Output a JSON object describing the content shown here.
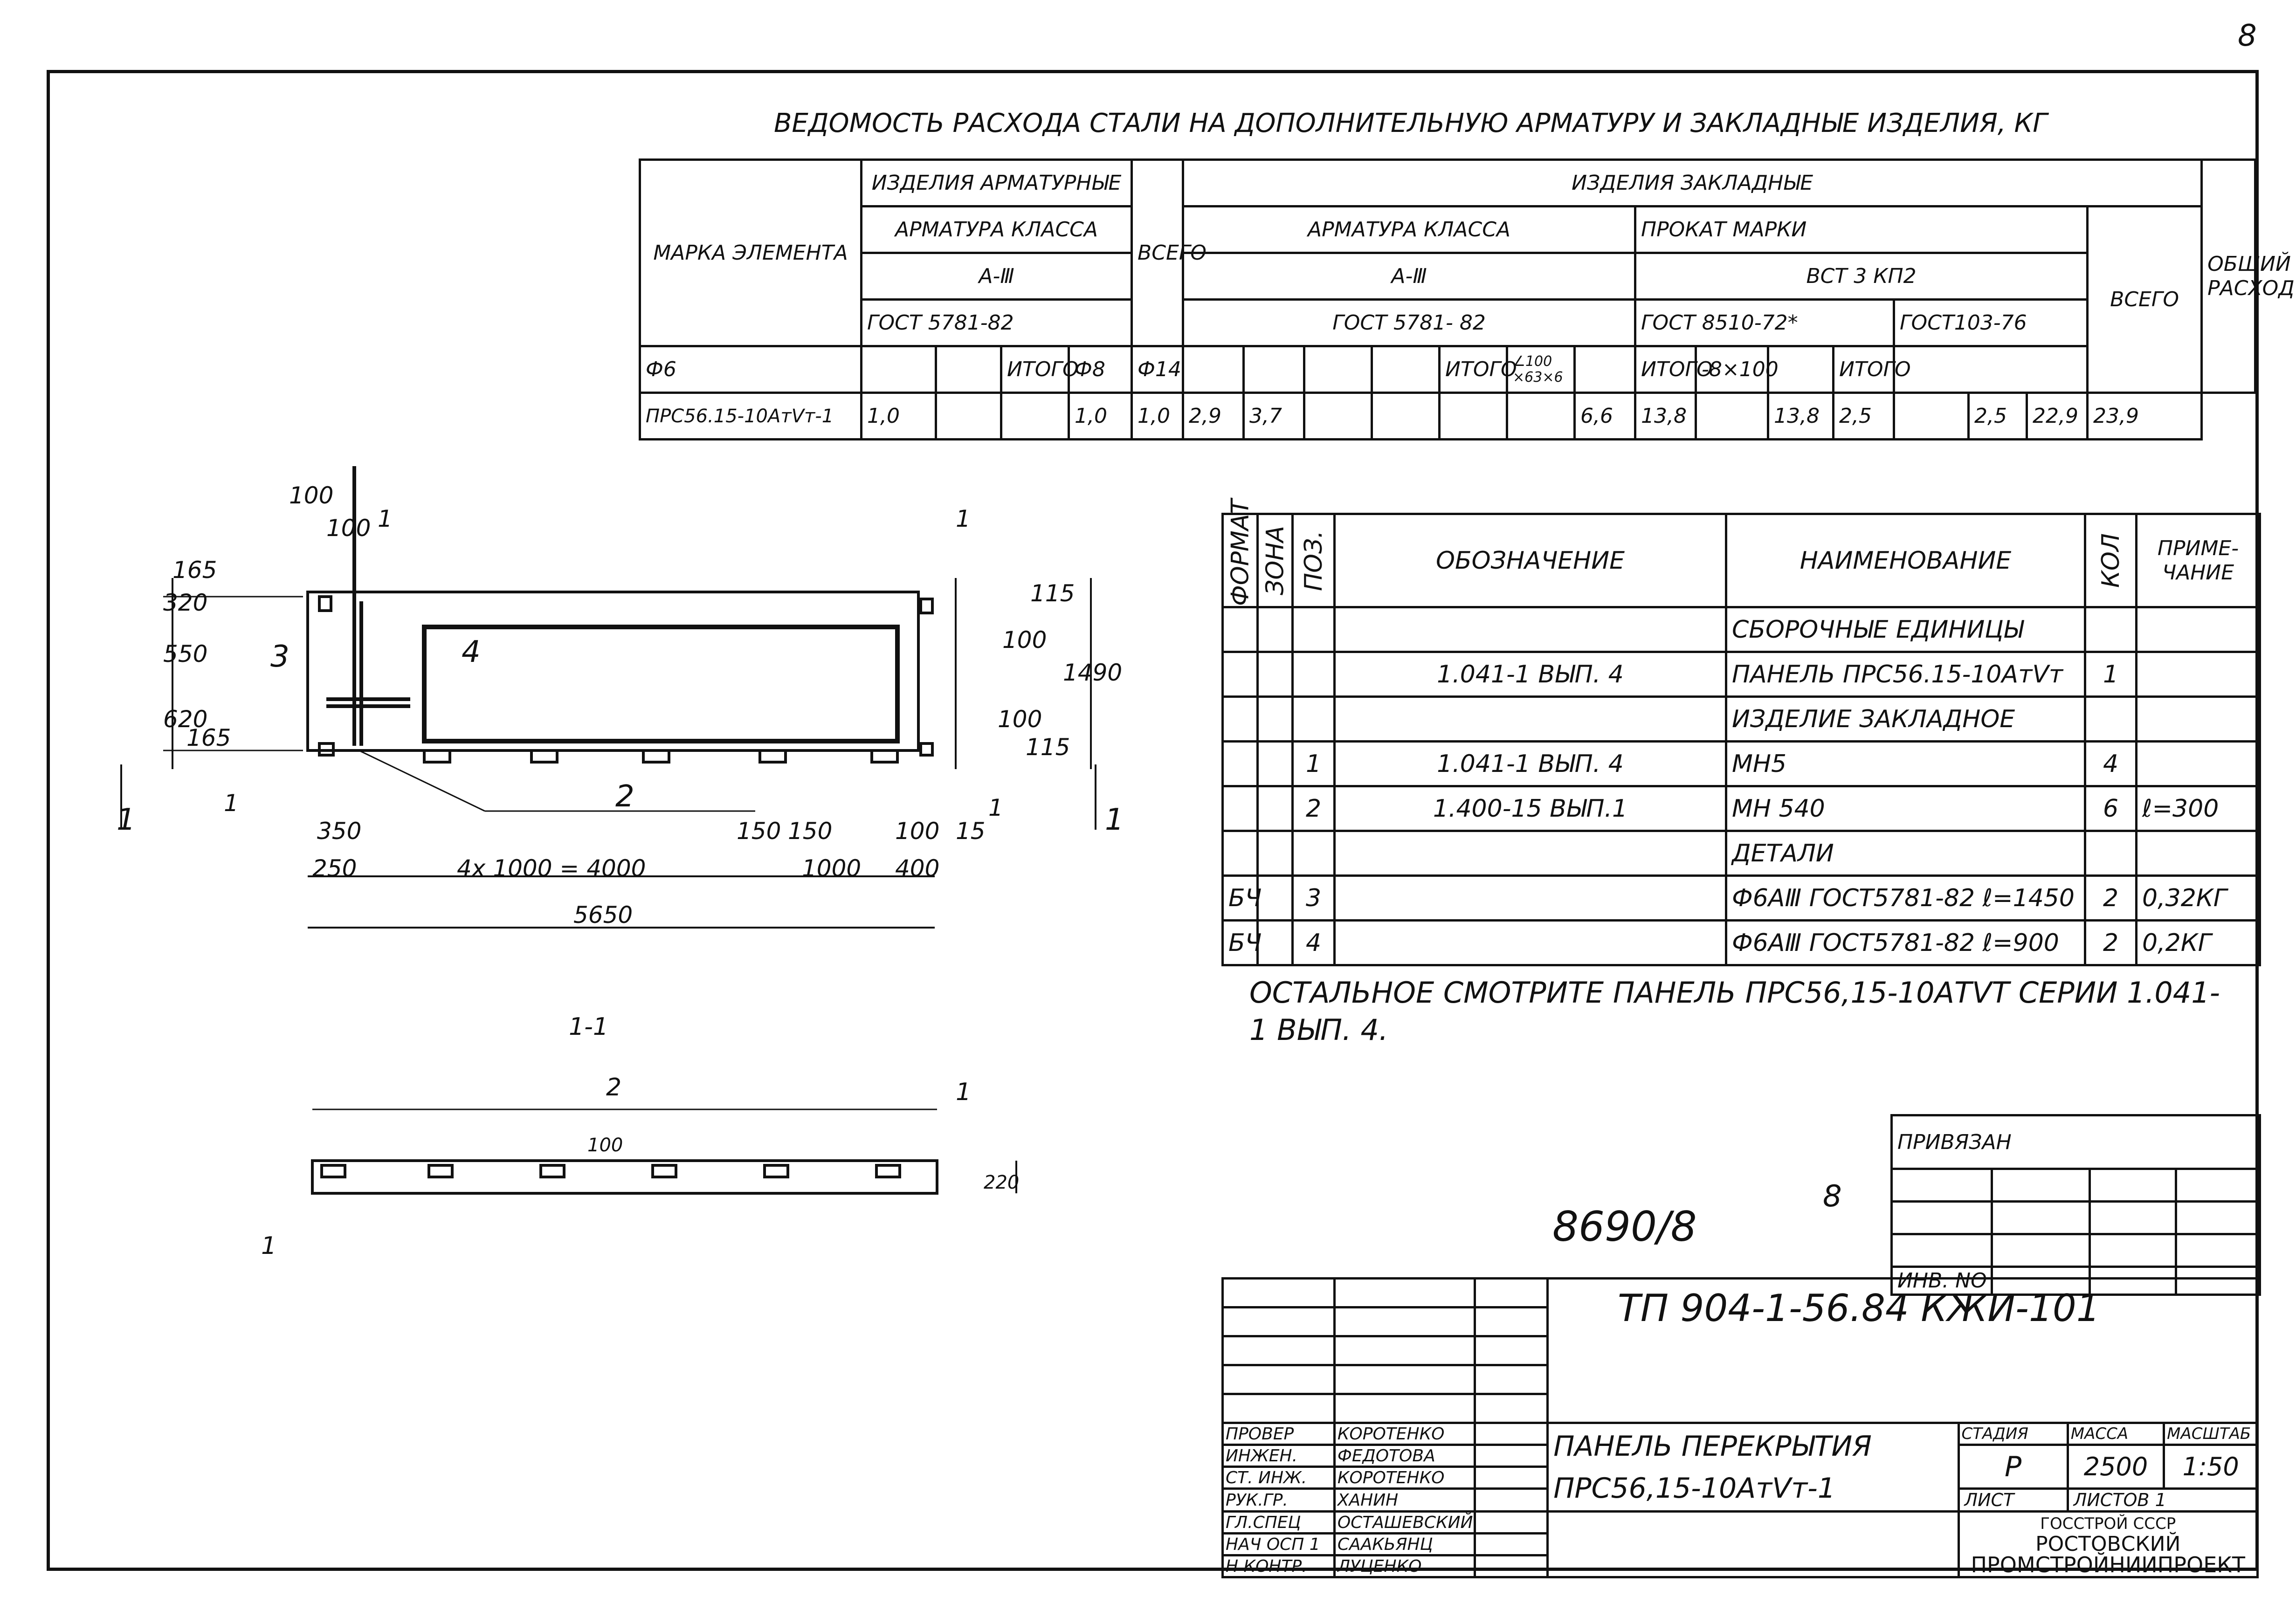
{
  "page": {
    "sheet_number": "8"
  },
  "steel_table": {
    "title": "ВЕДОМОСТЬ РАСХОДА СТАЛИ НА ДОПОЛНИТЕЛЬНУЮ АРМАТУРУ И ЗАКЛАДНЫЕ ИЗДЕЛИЯ, КГ",
    "h_element": "МАРКА ЭЛЕМЕНТА",
    "h_arm_items": "ИЗДЕЛИЯ АРМАТУРНЫЕ",
    "h_emb_items": "ИЗДЕЛИЯ ЗАКЛАДНЫЕ",
    "h_arm_class": "АРМАТУРА КЛАССА",
    "h_arm_class2": "АРМАТУРА КЛАССА",
    "h_rolled": "ПРОКАТ МАРКИ",
    "h_total1": "ВСЕГО",
    "h_total2": "ВСЕГО",
    "h_overall": "ОБЩИЙ РАСХОД",
    "cls1": "А-Ⅲ",
    "cls2": "А-Ⅲ",
    "steel_grade": "ВСТ 3 КП2",
    "gost1": "ГОСТ 5781-82",
    "gost2": "ГОСТ 5781- 82",
    "gost3": "ГОСТ 8510-72*",
    "gost4": "ГОСТ103-76",
    "d6": "Ф6",
    "itogo1": "ИТОГО",
    "d8": "Ф8",
    "d14": "Ф14",
    "itogo2": "ИТОГО",
    "angle": "∠100 ×63×6",
    "itogo3": "ИТОГО",
    "strip": "-8×100",
    "itogo4": "ИТОГО",
    "row": {
      "mark": "ПРС56.15-10АтVт-1",
      "v_d6": "1,0",
      "v_itogo1": "1,0",
      "v_total1": "1,0",
      "v_d8": "2,9",
      "v_d14": "3,7",
      "v_itogo2": "6,6",
      "v_angle": "13,8",
      "v_itogo3": "13,8",
      "v_strip": "2,5",
      "v_itogo4": "2,5",
      "v_total2": "22,9",
      "v_overall": "23,9"
    }
  },
  "spec_table": {
    "h_format": "ФОРМАТ",
    "h_zone": "ЗОНА",
    "h_pos": "ПОЗ.",
    "h_designation": "ОБОЗНАЧЕНИЕ",
    "h_name": "НАИМЕНОВАНИЕ",
    "h_qty": "КОЛ",
    "h_note": "ПРИМЕ- ЧАНИЕ",
    "rows": [
      {
        "fmt": "",
        "pos": "",
        "des": "",
        "name": "СБОРОЧНЫЕ ЕДИНИЦЫ",
        "qty": "",
        "note": ""
      },
      {
        "fmt": "",
        "pos": "",
        "des": "1.041-1 ВЫП. 4",
        "name": "ПАНЕЛЬ ПРС56.15-10АтVт",
        "qty": "1",
        "note": ""
      },
      {
        "fmt": "",
        "pos": "",
        "des": "",
        "name": "ИЗДЕЛИЕ ЗАКЛАДНОЕ",
        "qty": "",
        "note": ""
      },
      {
        "fmt": "",
        "pos": "1",
        "des": "1.041-1 ВЫП. 4",
        "name": "МН5",
        "qty": "4",
        "note": ""
      },
      {
        "fmt": "",
        "pos": "2",
        "des": "1.400-15 ВЫП.1",
        "name": "МН 540",
        "qty": "6",
        "note": "ℓ=300"
      },
      {
        "fmt": "",
        "pos": "",
        "des": "",
        "name": "ДЕТАЛИ",
        "qty": "",
        "note": ""
      },
      {
        "fmt": "БЧ",
        "pos": "3",
        "des": "",
        "name": "Ф6АⅢ ГОСТ5781-82 ℓ=1450",
        "qty": "2",
        "note": "0,32КГ"
      },
      {
        "fmt": "БЧ",
        "pos": "4",
        "des": "",
        "name": "Ф6АⅢ ГОСТ5781-82 ℓ=900",
        "qty": "2",
        "note": "0,2КГ"
      }
    ]
  },
  "note": "ОСТАЛЬНОЕ СМОТРИТЕ ПАНЕЛЬ ПРС56,15-10АтVт СЕРИИ 1.041-1 ВЫП. 4.",
  "plan": {
    "d100a": "100",
    "d100b": "100",
    "d165a": "165",
    "d320": "320",
    "d550": "550",
    "d620": "620",
    "d165b": "165",
    "d115a": "115",
    "d100c": "100",
    "d1490": "1490",
    "d100d": "100",
    "d115b": "115",
    "d350": "350",
    "d250": "250",
    "d150a": "150",
    "d150b": "150",
    "d100e": "100",
    "d15": "15",
    "span": "4х 1000 = 4000",
    "d1000": "1000",
    "d400": "400",
    "total": "5650",
    "p1a": "1",
    "p1b": "1",
    "p1c": "1",
    "p3": "3",
    "p4": "4",
    "p2": "2",
    "cutA": "1",
    "cutB": "1"
  },
  "section": {
    "title": "1-1",
    "p2": "2",
    "p1a": "1",
    "p1b": "1",
    "d100": "100",
    "d220": "220"
  },
  "inventory": {
    "number": "8690/8",
    "superscript": "8",
    "privyazan": "ПРИВЯЗАН",
    "inv_no": "ИНВ. NO"
  },
  "title_block": {
    "code": "ТП 904-1-56.84 КЖИ-101",
    "sheet_title": "ПАНЕЛЬ ПЕРЕКРЫТИЯ ПРС56,15-10АтVт-1",
    "stage_label": "СТАДИЯ",
    "mass_label": "МАССА",
    "scale_label": "МАСШТАБ",
    "stage": "Р",
    "mass": "2500",
    "scale": "1:50",
    "sheet_label": "ЛИСТ",
    "sheets_label": "ЛИСТОВ 1",
    "org1": "ГОССТРОЙ СССР",
    "org2": "РОСТОВСКИЙ",
    "org3": "ПРОМСТРОЙНИИПРОЕКТ",
    "staff": [
      {
        "role": "ПРОВЕР",
        "name": "КОРОТЕНКО"
      },
      {
        "role": "ИНЖЕН.",
        "name": "ФЕДОТОВА"
      },
      {
        "role": "СТ. ИНЖ.",
        "name": "КОРОТЕНКО"
      },
      {
        "role": "РУК.ГР.",
        "name": "ХАНИН"
      },
      {
        "role": "ГЛ.СПЕЦ",
        "name": "ОСТАШЕВСКИЙ"
      },
      {
        "role": "НАЧ ОСП 1",
        "name": "СААКЬЯНЦ"
      },
      {
        "role": "Н КОНТР.",
        "name": "ЛУЦЕНКО"
      }
    ]
  }
}
